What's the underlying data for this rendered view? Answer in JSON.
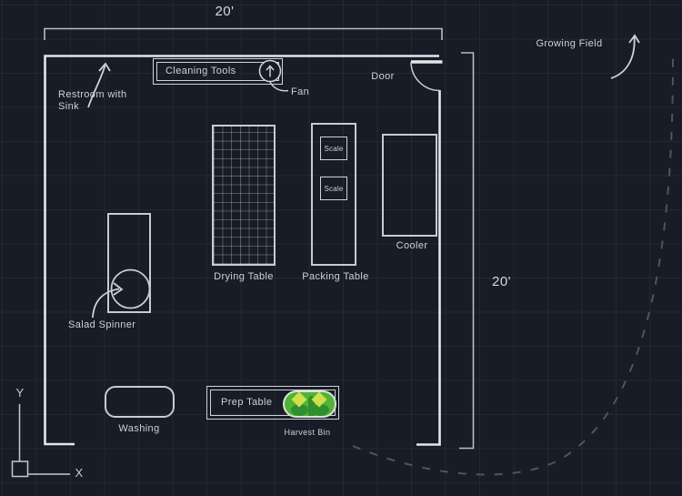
{
  "dimensions": {
    "top": "20'",
    "right": "20'"
  },
  "axis": {
    "y_label": "Y",
    "x_label": "X"
  },
  "annotations": {
    "restroom": "Restroom with\nSink",
    "fan": "Fan",
    "door": "Door",
    "growing_field": "Growing Field",
    "salad_spinner": "Salad Spinner"
  },
  "fixtures": {
    "cleaning_tools": "Cleaning Tools",
    "drying_table": "Drying Table",
    "packing_table": "Packing Table",
    "scales": [
      "Scale",
      "Scale"
    ],
    "cooler": "Cooler",
    "washing": "Washing",
    "prep_table": "Prep Table",
    "harvest_bin": "Harvest Bin"
  },
  "colors": {
    "background": "#181c26",
    "grid_line": "#232833",
    "wall_line": "#e3e6ea",
    "fixture_line": "#c6ccd4",
    "dimension_line": "#b7bdc6",
    "text": "#ccd1d8",
    "dashed_path": "#4e5560",
    "bin_green": "#4fb437",
    "bin_leaf_yellow": "#cfe04a",
    "bin_dark_green": "#2f8f2f"
  }
}
